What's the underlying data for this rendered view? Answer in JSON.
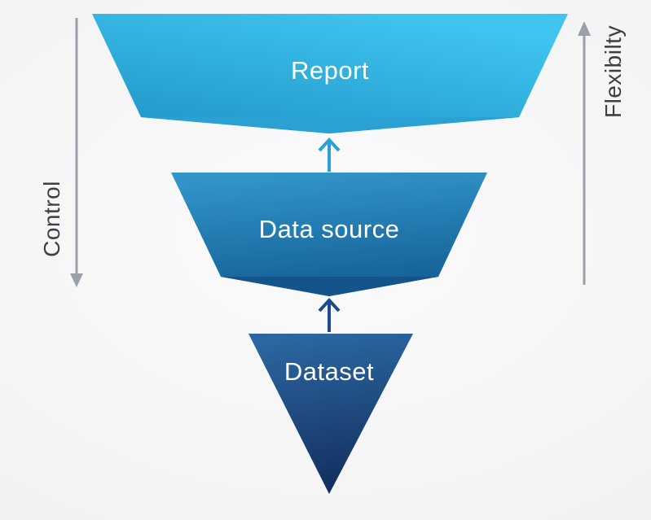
{
  "funnel": {
    "layers": [
      {
        "id": "report",
        "label": "Report",
        "gradient_top": "#3fc5ef",
        "gradient_bottom": "#1f93c6",
        "text_color": "#ffffff"
      },
      {
        "id": "data-source",
        "label": "Data source",
        "gradient_top": "#3295c9",
        "gradient_bottom": "#125d94",
        "text_color": "#ffffff"
      },
      {
        "id": "dataset",
        "label": "Dataset",
        "gradient_top": "#2b67a1",
        "gradient_bottom": "#122c5d",
        "text_color": "#ffffff"
      }
    ],
    "connector_arrows": [
      {
        "from": "data-source",
        "to": "report",
        "direction": "up",
        "color": "#2d9fd4"
      },
      {
        "from": "dataset",
        "to": "data-source",
        "direction": "up",
        "color": "#1c4c8a"
      }
    ]
  },
  "axes": {
    "control": {
      "label": "Control",
      "direction": "down",
      "arrow_color": "#9aa0a6",
      "text_color": "#3c4043"
    },
    "flexibility": {
      "label": "Flexibilty",
      "direction": "up",
      "arrow_color": "#9aa0a6",
      "text_color": "#3c4043"
    }
  },
  "background_color": "#f3f3f4"
}
